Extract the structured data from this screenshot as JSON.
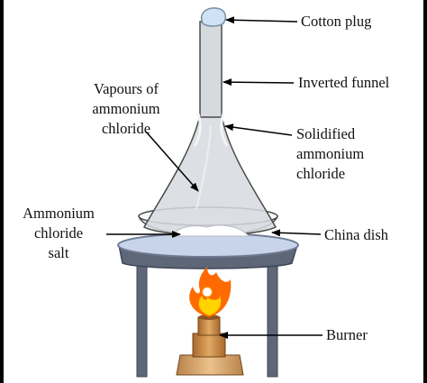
{
  "labels": {
    "cotton_plug": "Cotton plug",
    "inverted_funnel": "Inverted funnel",
    "vapours": [
      "Vapours of",
      "ammonium",
      "chloride"
    ],
    "solidified": [
      "Solidified",
      "ammonium",
      "chloride"
    ],
    "ammonium_salt": [
      "Ammonium",
      "chloride",
      "salt"
    ],
    "china_dish": "China dish",
    "burner": "Burner"
  },
  "colors": {
    "glass_fill": "#d6d9de",
    "glass_stroke": "#4a4a4a",
    "stand_fill": "#5d6778",
    "stand_top": "#c8d4ea",
    "stand_rim": "#8f9ab0",
    "flame_outer": "#ff6a00",
    "flame_inner": "#ffd400",
    "burner_body": "#c98a45",
    "burner_base": "#d8a46a",
    "cotton": "#cfe3f6"
  }
}
